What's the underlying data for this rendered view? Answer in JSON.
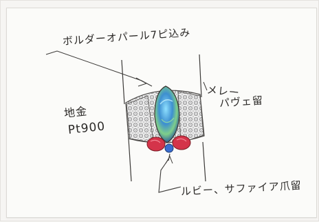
{
  "sketch": {
    "labels": {
      "bolder_opal": "ボルダーオパール7ピ込み",
      "metal_line1": "地金",
      "metal_line2": "Pt900",
      "melee_line1": "メレー",
      "melee_line2": "パヴェ留",
      "ruby_sapphire": "ルビー、サファイア爪留"
    },
    "colors": {
      "pencil": "#2c2a28",
      "opal_blue": "#3d8fd0",
      "opal_green": "#7fcf8a",
      "ruby_red": "#d4344a",
      "sapphire_blue": "#3a6ed0",
      "pave_gray": "#8a8a8c"
    }
  }
}
